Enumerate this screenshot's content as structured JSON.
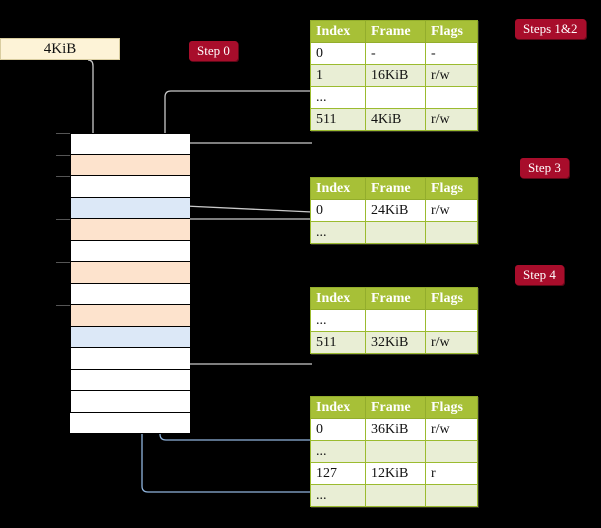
{
  "source_box": {
    "label": "4KiB"
  },
  "badges": [
    {
      "name": "step-0",
      "label": "Step 0"
    },
    {
      "name": "steps-1-2",
      "label": "Steps 1&2"
    },
    {
      "name": "step-3",
      "label": "Step 3"
    },
    {
      "name": "step-4",
      "label": "Step 4"
    }
  ],
  "memory_column": {
    "rows": [
      {
        "fill": "white"
      },
      {
        "fill": "peach"
      },
      {
        "fill": "white"
      },
      {
        "fill": "blue"
      },
      {
        "fill": "peach"
      },
      {
        "fill": "white"
      },
      {
        "fill": "peach"
      },
      {
        "fill": "white"
      },
      {
        "fill": "peach"
      },
      {
        "fill": "blue"
      },
      {
        "fill": "white"
      },
      {
        "fill": "white"
      },
      {
        "fill": "white"
      },
      {
        "fill": "white"
      }
    ]
  },
  "tables": [
    {
      "name": "page-table-level-0",
      "headers": [
        "Index",
        "Frame",
        "Flags"
      ],
      "rows": [
        {
          "cells": [
            "0",
            "-",
            "-"
          ],
          "alt": false,
          "highlight": false
        },
        {
          "cells": [
            "1",
            "16KiB",
            "r/w"
          ],
          "alt": true,
          "highlight": false
        },
        {
          "cells": [
            "...",
            "",
            ""
          ],
          "alt": false,
          "highlight": false
        },
        {
          "cells": [
            "511",
            "4KiB",
            "r/w"
          ],
          "alt": true,
          "highlight": true
        }
      ]
    },
    {
      "name": "page-table-level-1",
      "headers": [
        "Index",
        "Frame",
        "Flags"
      ],
      "rows": [
        {
          "cells": [
            "0",
            "24KiB",
            "r/w"
          ],
          "alt": false,
          "highlight": false
        },
        {
          "cells": [
            "...",
            "",
            ""
          ],
          "alt": true,
          "highlight": false
        }
      ]
    },
    {
      "name": "page-table-level-2",
      "headers": [
        "Index",
        "Frame",
        "Flags"
      ],
      "rows": [
        {
          "cells": [
            "...",
            "",
            ""
          ],
          "alt": false,
          "highlight": false
        },
        {
          "cells": [
            "511",
            "32KiB",
            "r/w"
          ],
          "alt": true,
          "highlight": false
        }
      ]
    },
    {
      "name": "page-table-level-3",
      "headers": [
        "Index",
        "Frame",
        "Flags"
      ],
      "rows": [
        {
          "cells": [
            "0",
            "36KiB",
            "r/w"
          ],
          "alt": false,
          "highlight": false
        },
        {
          "cells": [
            "...",
            "",
            ""
          ],
          "alt": true,
          "highlight": false
        },
        {
          "cells": [
            "127",
            "12KiB",
            "r"
          ],
          "alt": false,
          "highlight": false
        },
        {
          "cells": [
            "...",
            "",
            ""
          ],
          "alt": true,
          "highlight": false
        }
      ]
    }
  ],
  "colors": {
    "badge": "#a80d2b",
    "table_header": "#a7c037",
    "table_alt_row": "#e9eed5",
    "highlight": "#f7f59a",
    "peach_block": "#fde3cd",
    "blue_block": "#dce8f7",
    "source_box": "#fdf3d7",
    "gray_wire": "#c9c9c9",
    "blue_wire": "#8fb4dd",
    "background": "#000000"
  }
}
